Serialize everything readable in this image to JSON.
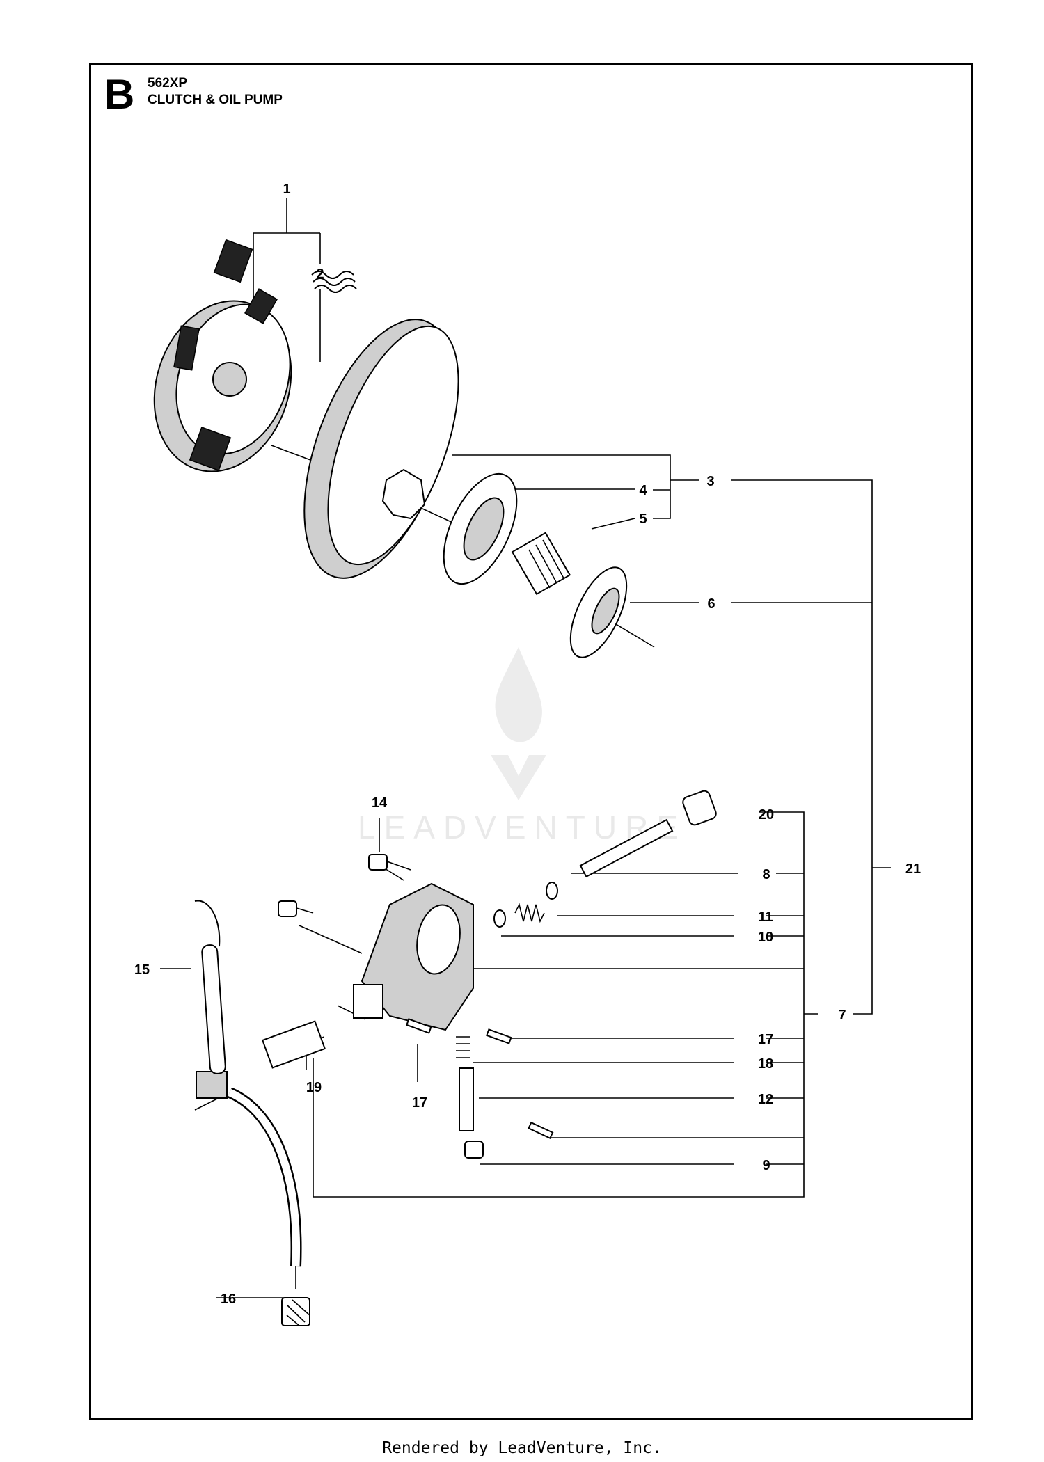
{
  "diagram": {
    "section_letter": "B",
    "model": "562XP",
    "title": "CLUTCH & OIL PUMP",
    "watermark_text": "LEADVENTURE",
    "footer": "Rendered by LeadVenture, Inc.",
    "callouts": [
      {
        "id": "c1",
        "label": "1"
      },
      {
        "id": "c2",
        "label": "2"
      },
      {
        "id": "c3",
        "label": "3"
      },
      {
        "id": "c4",
        "label": "4"
      },
      {
        "id": "c5",
        "label": "5"
      },
      {
        "id": "c6",
        "label": "6"
      },
      {
        "id": "c7",
        "label": "7"
      },
      {
        "id": "c8",
        "label": "8"
      },
      {
        "id": "c9",
        "label": "9"
      },
      {
        "id": "c10",
        "label": "10"
      },
      {
        "id": "c11",
        "label": "11"
      },
      {
        "id": "c12",
        "label": "12"
      },
      {
        "id": "c14",
        "label": "14"
      },
      {
        "id": "c15",
        "label": "15"
      },
      {
        "id": "c16",
        "label": "16"
      },
      {
        "id": "c17a",
        "label": "17"
      },
      {
        "id": "c17b",
        "label": "17"
      },
      {
        "id": "c18",
        "label": "18"
      },
      {
        "id": "c19",
        "label": "19"
      },
      {
        "id": "c20",
        "label": "20"
      },
      {
        "id": "c21",
        "label": "21"
      }
    ],
    "line_color": "#000000",
    "watermark_color": "#e9e9e9"
  }
}
